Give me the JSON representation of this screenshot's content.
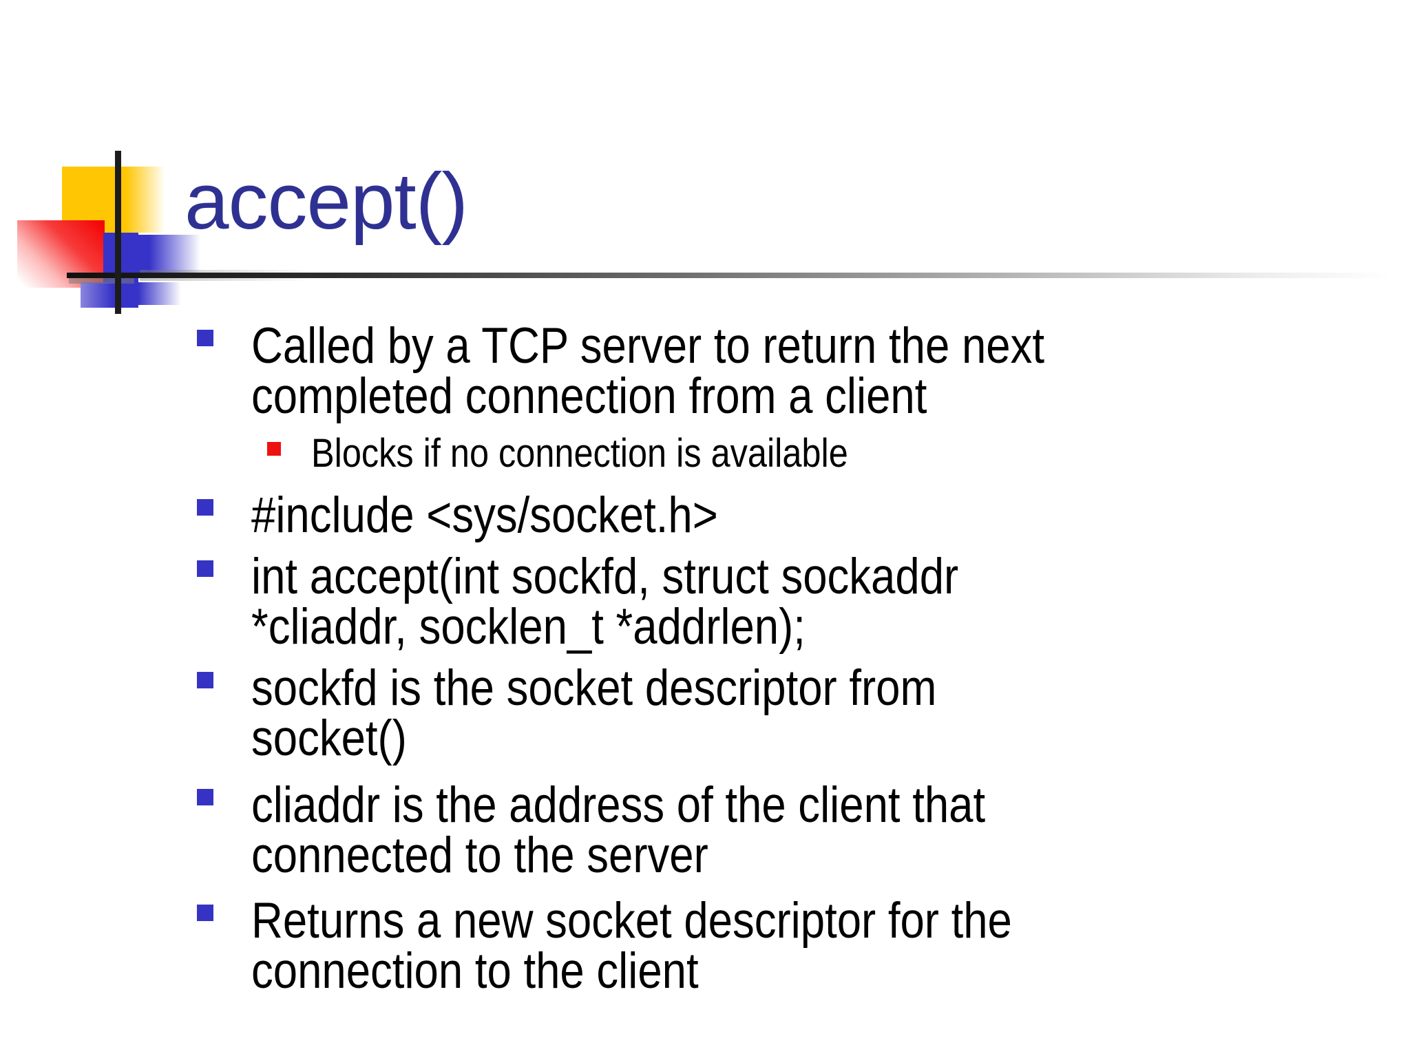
{
  "title": "accept()",
  "colors": {
    "title_text": "#2f3192",
    "body_text": "#000000",
    "bullet_level1": "#3633c4",
    "bullet_level2": "#ee1111",
    "decor_yellow": "#ffc603",
    "decor_red": "#f40000",
    "decor_blue": "#3733c8",
    "rule_dark": "#101010"
  },
  "content": {
    "items": [
      {
        "level": 1,
        "lines": [
          "Called by a TCP server to return the next",
          "completed connection from a client"
        ]
      },
      {
        "level": 2,
        "lines": [
          "Blocks if no connection is available"
        ]
      },
      {
        "level": 1,
        "lines": [
          "#include <sys/socket.h>"
        ]
      },
      {
        "level": 1,
        "lines": [
          "int accept(int sockfd, struct sockaddr",
          "*cliaddr, socklen_t *addrlen);"
        ]
      },
      {
        "level": 1,
        "lines": [
          "sockfd is the socket descriptor from",
          "socket()"
        ]
      },
      {
        "level": 1,
        "lines": [
          "cliaddr is the address of the client that",
          "connected to the server"
        ]
      },
      {
        "level": 1,
        "lines": [
          "Returns a new socket descriptor for the",
          "connection to the client"
        ]
      }
    ]
  }
}
